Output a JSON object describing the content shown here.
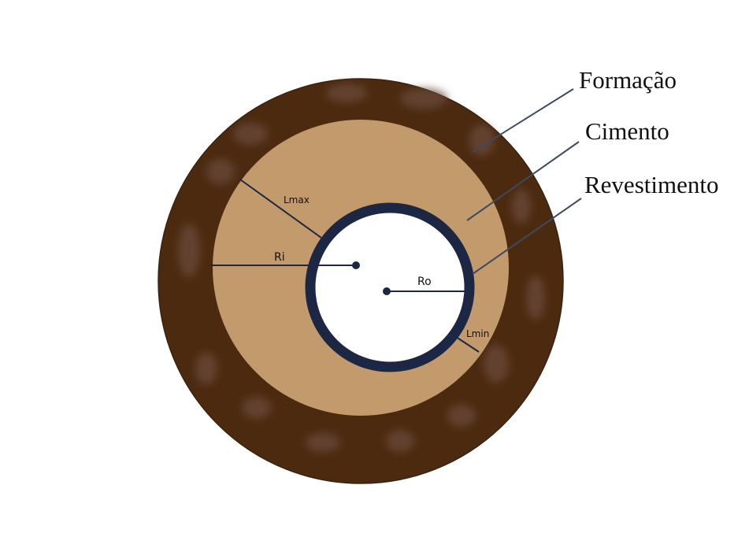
{
  "colors": {
    "formation": "#4c2a10",
    "formation_spots": "#6a4a38",
    "cement": "#c39a6b",
    "casing": "#1c2744",
    "bore": "#ffffff",
    "leader": "#3d4a5e",
    "dimension": "#1c2744"
  },
  "labels": {
    "formation": "Formação",
    "cement": "Cimento",
    "casing": "Revestimento"
  },
  "dimensions": {
    "lmax": "Lmax",
    "ri": "Ri",
    "ro": "Ro",
    "lmin": "Lmin"
  }
}
